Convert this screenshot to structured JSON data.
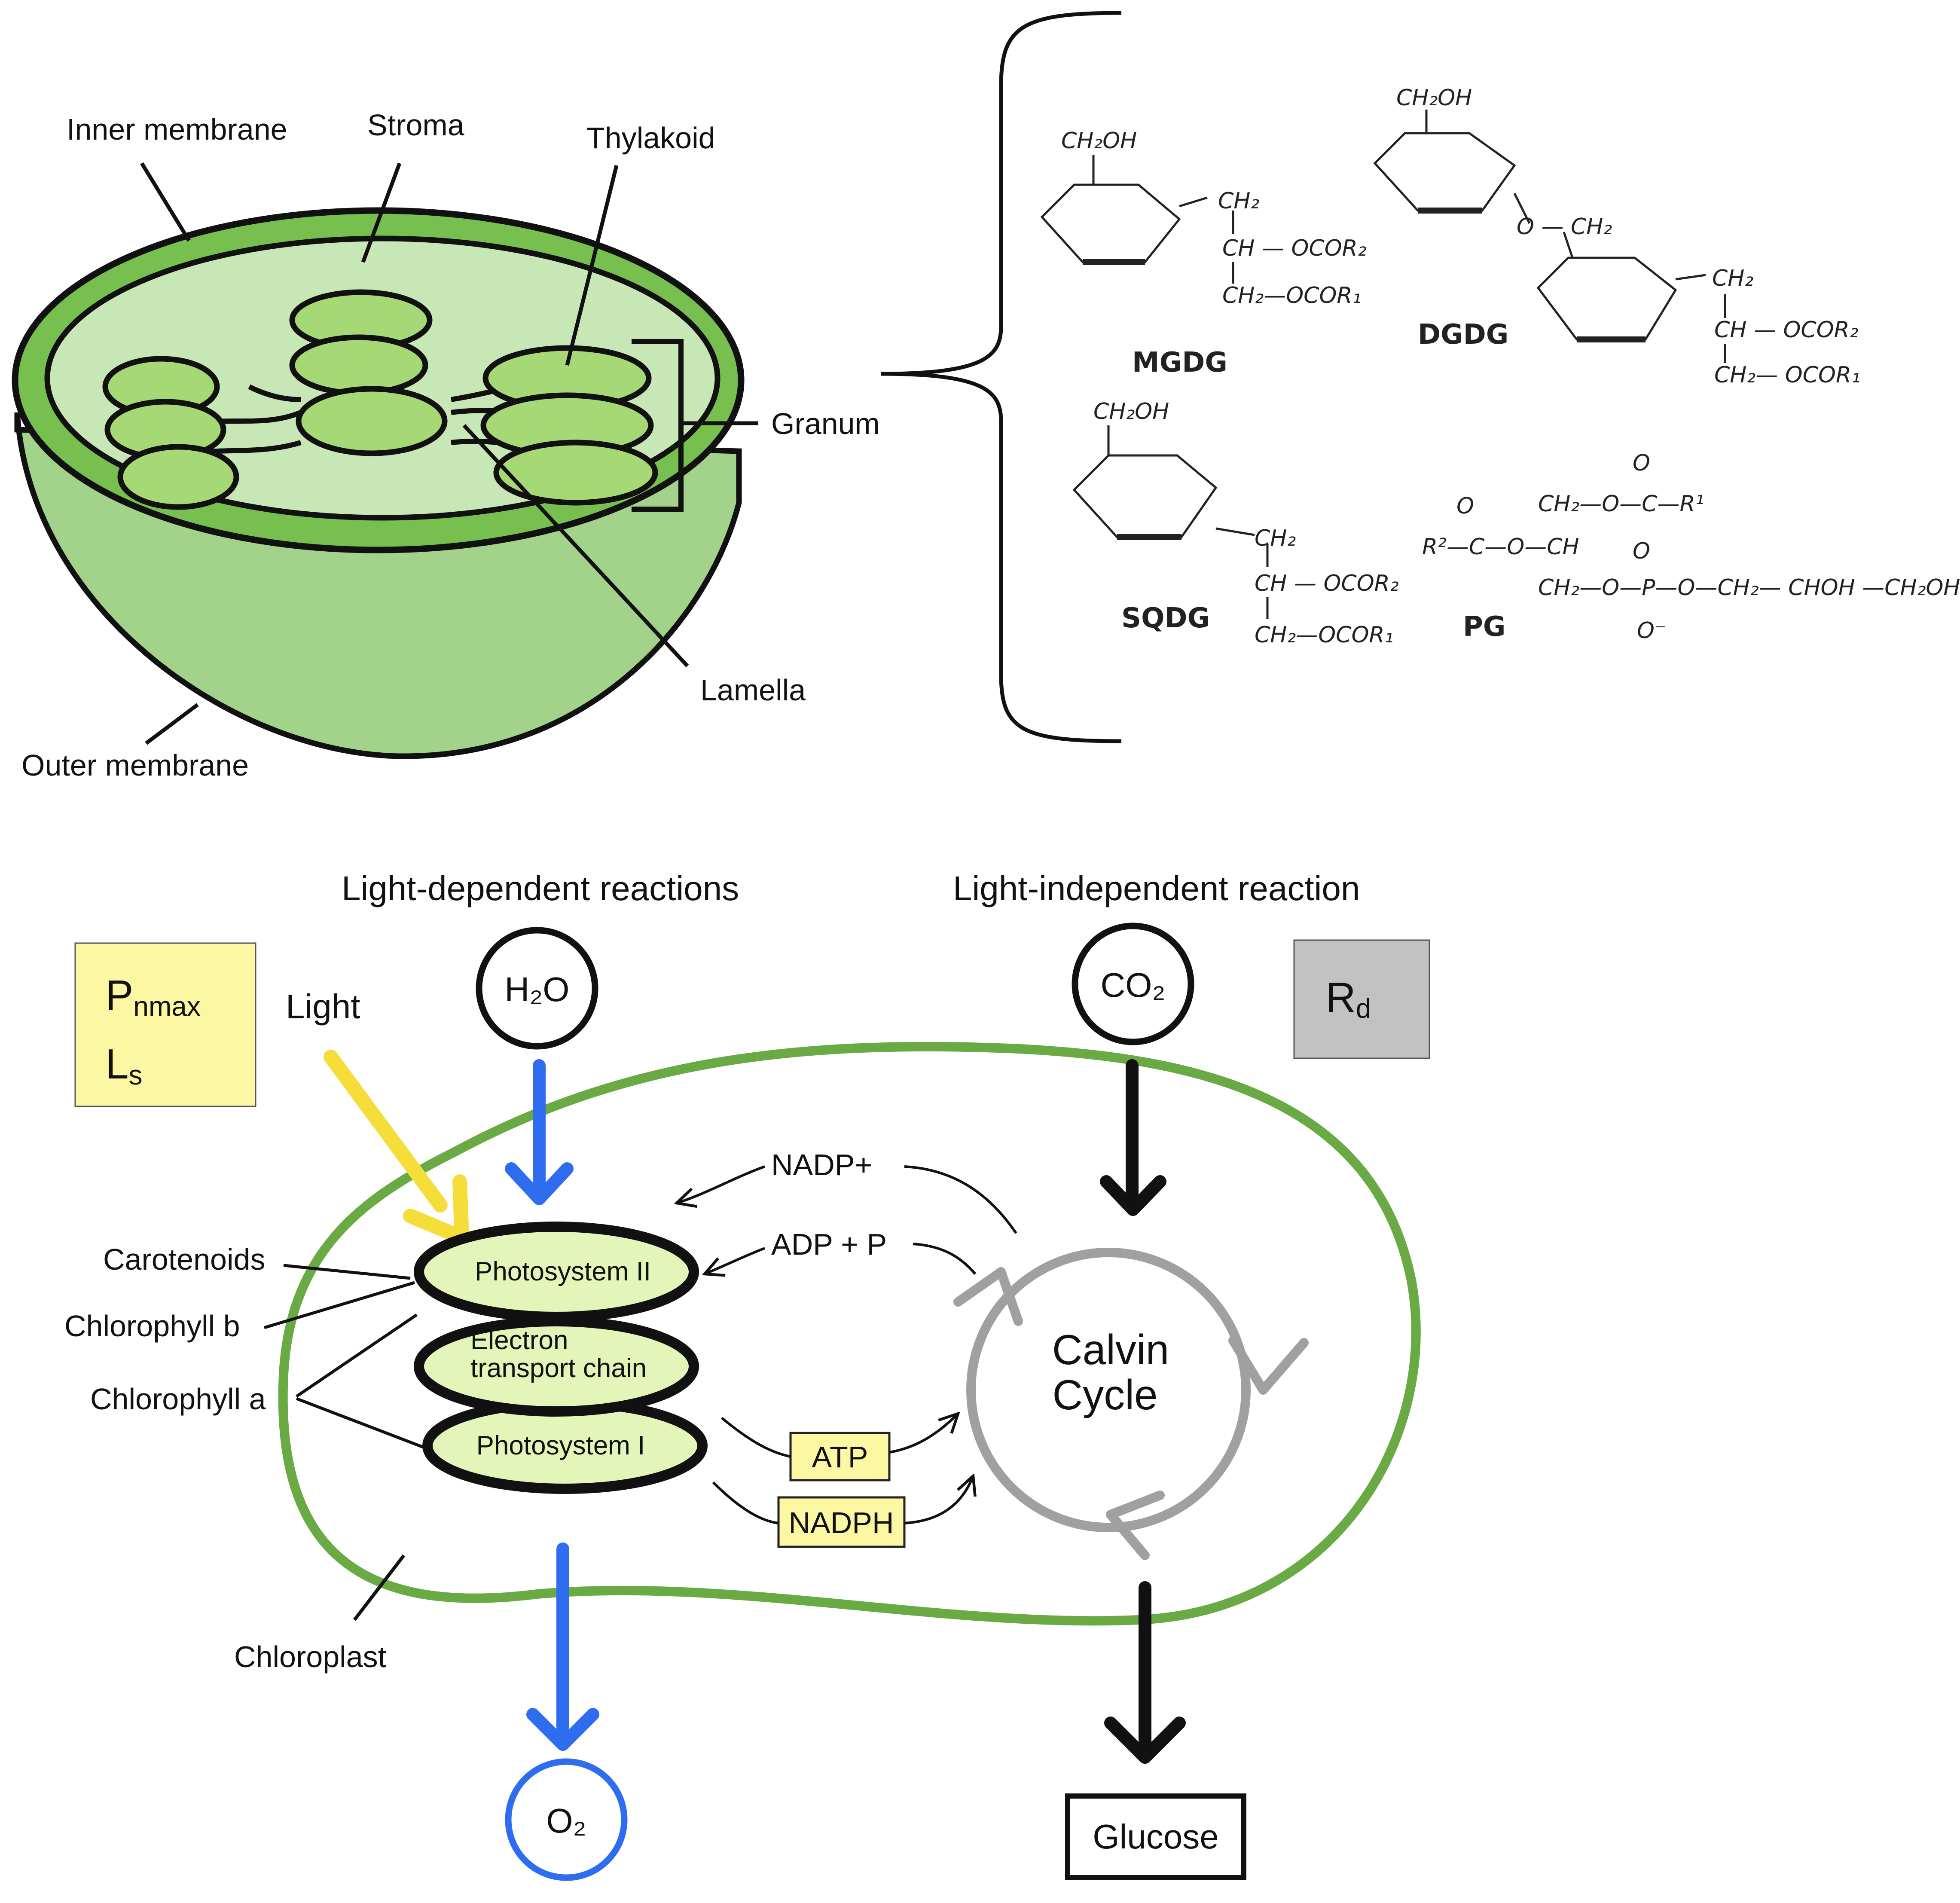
{
  "chloroplast_structure": {
    "labels": {
      "inner_membrane": "Inner membrane",
      "stroma": "Stroma",
      "thylakoid": "Thylakoid",
      "granum": "Granum",
      "lamella": "Lamella",
      "outer_membrane": "Outer membrane"
    }
  },
  "lipids": {
    "mgdg": {
      "name": "MGDG",
      "ch2oh": "CH₂OH",
      "chain_top": "CH₂",
      "chain_mid": "CH — OCOR₂",
      "chain_bot": "CH₂—OCOR₁"
    },
    "dgdg": {
      "name": "DGDG",
      "ch2oh": "CH₂OH",
      "link": "O — CH₂",
      "chain_top": "CH₂",
      "chain_mid": "CH — OCOR₂",
      "chain_bot": "CH₂— OCOR₁"
    },
    "sqdg": {
      "name": "SQDG",
      "ch2oh": "CH₂OH",
      "chain_top": "CH₂",
      "chain_mid": "CH — OCOR₂",
      "chain_bot": "CH₂—OCOR₁"
    },
    "pg": {
      "name": "PG",
      "line1": "CH₂—O—C—R¹",
      "line2": "R²—C—O—CH",
      "line3": "CH₂—O—P—O—CH₂— CHOH —CH₂OH",
      "oxygen": "O",
      "oxygen_minus": "O⁻"
    }
  },
  "photosynthesis": {
    "headers": {
      "light_dependent": "Light-dependent reactions",
      "light_independent": "Light-independent reaction"
    },
    "pnmax_box": {
      "line1_main": "P",
      "line1_sub": "nmax",
      "line2_main": "L",
      "line2_sub": "s"
    },
    "rd_box": {
      "main": "R",
      "sub": "d"
    },
    "light": "Light",
    "h2o": "H₂O",
    "co2": "CO₂",
    "o2": "O₂",
    "glucose": "Glucose",
    "nadp_plus": "NADP+",
    "adp_p": "ADP + P",
    "atp": "ATP",
    "nadph": "NADPH",
    "photosystem_ii": "Photosystem II",
    "etc_line1": "Electron",
    "etc_line2": "transport chain",
    "photosystem_i": "Photosystem I",
    "calvin_line1": "Calvin",
    "calvin_line2": "Cycle",
    "carotenoids": "Carotenoids",
    "chlorophyll_b": "Chlorophyll b",
    "chlorophyll_a": "Chlorophyll a",
    "chloroplast": "Chloroplast",
    "colors": {
      "chloroplast_outline": "#6aaa45",
      "light_arrow": "#f5dd3a",
      "water_arrow": "#2f6df0",
      "calvin_cycle": "#a0a0a0",
      "photosystem_fill": "#e3f5b8",
      "yellow_box": "#fcf7a3",
      "gray_box": "#c2c2c2"
    }
  }
}
